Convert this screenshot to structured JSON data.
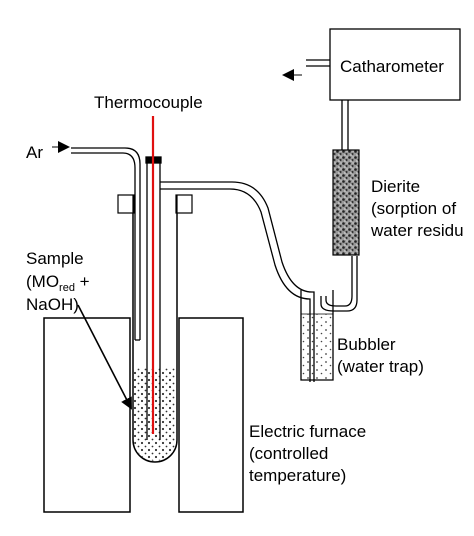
{
  "labels": {
    "thermocouple": "Thermocouple",
    "argon": "Ar",
    "catharometer": "Catharometer",
    "drierite_line1": "Dierite",
    "drierite_line2": "(sorption of",
    "drierite_line3": "water residu",
    "sample_line1": "Sample",
    "sample_mo": "(MO",
    "sample_sub": "red",
    "sample_plus": " +",
    "sample_line3": "NaOH)",
    "bubbler_line1": "Bubbler",
    "bubbler_line2": "(water trap)",
    "furnace_line1": "Electric furnace",
    "furnace_line2": "(controlled",
    "furnace_line3": "temperature)"
  },
  "colors": {
    "thermocouple": "#e01010",
    "lines": "#000000",
    "sample_dots": "#333333",
    "drierite_fill": "#555555"
  }
}
